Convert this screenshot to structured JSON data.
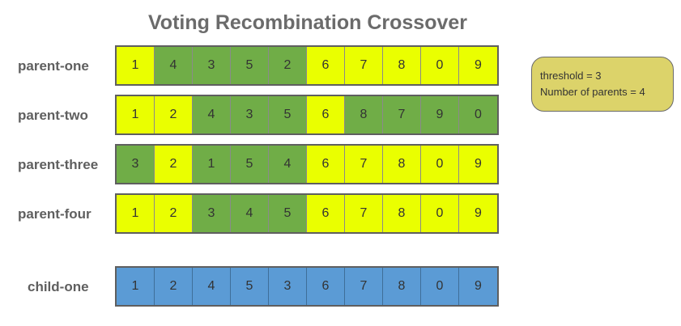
{
  "title": "Voting Recombination Crossover",
  "colors": {
    "parent_cell": "#eaff00",
    "selected_cell": "#70ad47",
    "child_cell": "#5b9bd5",
    "note_background": "#dcd36a"
  },
  "rows": [
    {
      "label": "parent-one",
      "values": [
        "1",
        "4",
        "3",
        "5",
        "2",
        "6",
        "7",
        "8",
        "0",
        "9"
      ],
      "colors": [
        "y",
        "g",
        "g",
        "g",
        "g",
        "y",
        "y",
        "y",
        "y",
        "y"
      ]
    },
    {
      "label": "parent-two",
      "values": [
        "1",
        "2",
        "4",
        "3",
        "5",
        "6",
        "8",
        "7",
        "9",
        "0"
      ],
      "colors": [
        "y",
        "y",
        "g",
        "g",
        "g",
        "y",
        "g",
        "g",
        "g",
        "g"
      ]
    },
    {
      "label": "parent-three",
      "values": [
        "3",
        "2",
        "1",
        "5",
        "4",
        "6",
        "7",
        "8",
        "0",
        "9"
      ],
      "colors": [
        "g",
        "y",
        "g",
        "g",
        "g",
        "y",
        "y",
        "y",
        "y",
        "y"
      ]
    },
    {
      "label": "parent-four",
      "values": [
        "1",
        "2",
        "3",
        "4",
        "5",
        "6",
        "7",
        "8",
        "0",
        "9"
      ],
      "colors": [
        "y",
        "y",
        "g",
        "g",
        "g",
        "y",
        "y",
        "y",
        "y",
        "y"
      ]
    },
    {
      "label": "child-one",
      "values": [
        "1",
        "2",
        "4",
        "5",
        "3",
        "6",
        "7",
        "8",
        "0",
        "9"
      ],
      "colors": [
        "b",
        "b",
        "b",
        "b",
        "b",
        "b",
        "b",
        "b",
        "b",
        "b"
      ]
    }
  ],
  "note": {
    "line1": "threshold = 3",
    "line2": "Number of parents = 4"
  }
}
